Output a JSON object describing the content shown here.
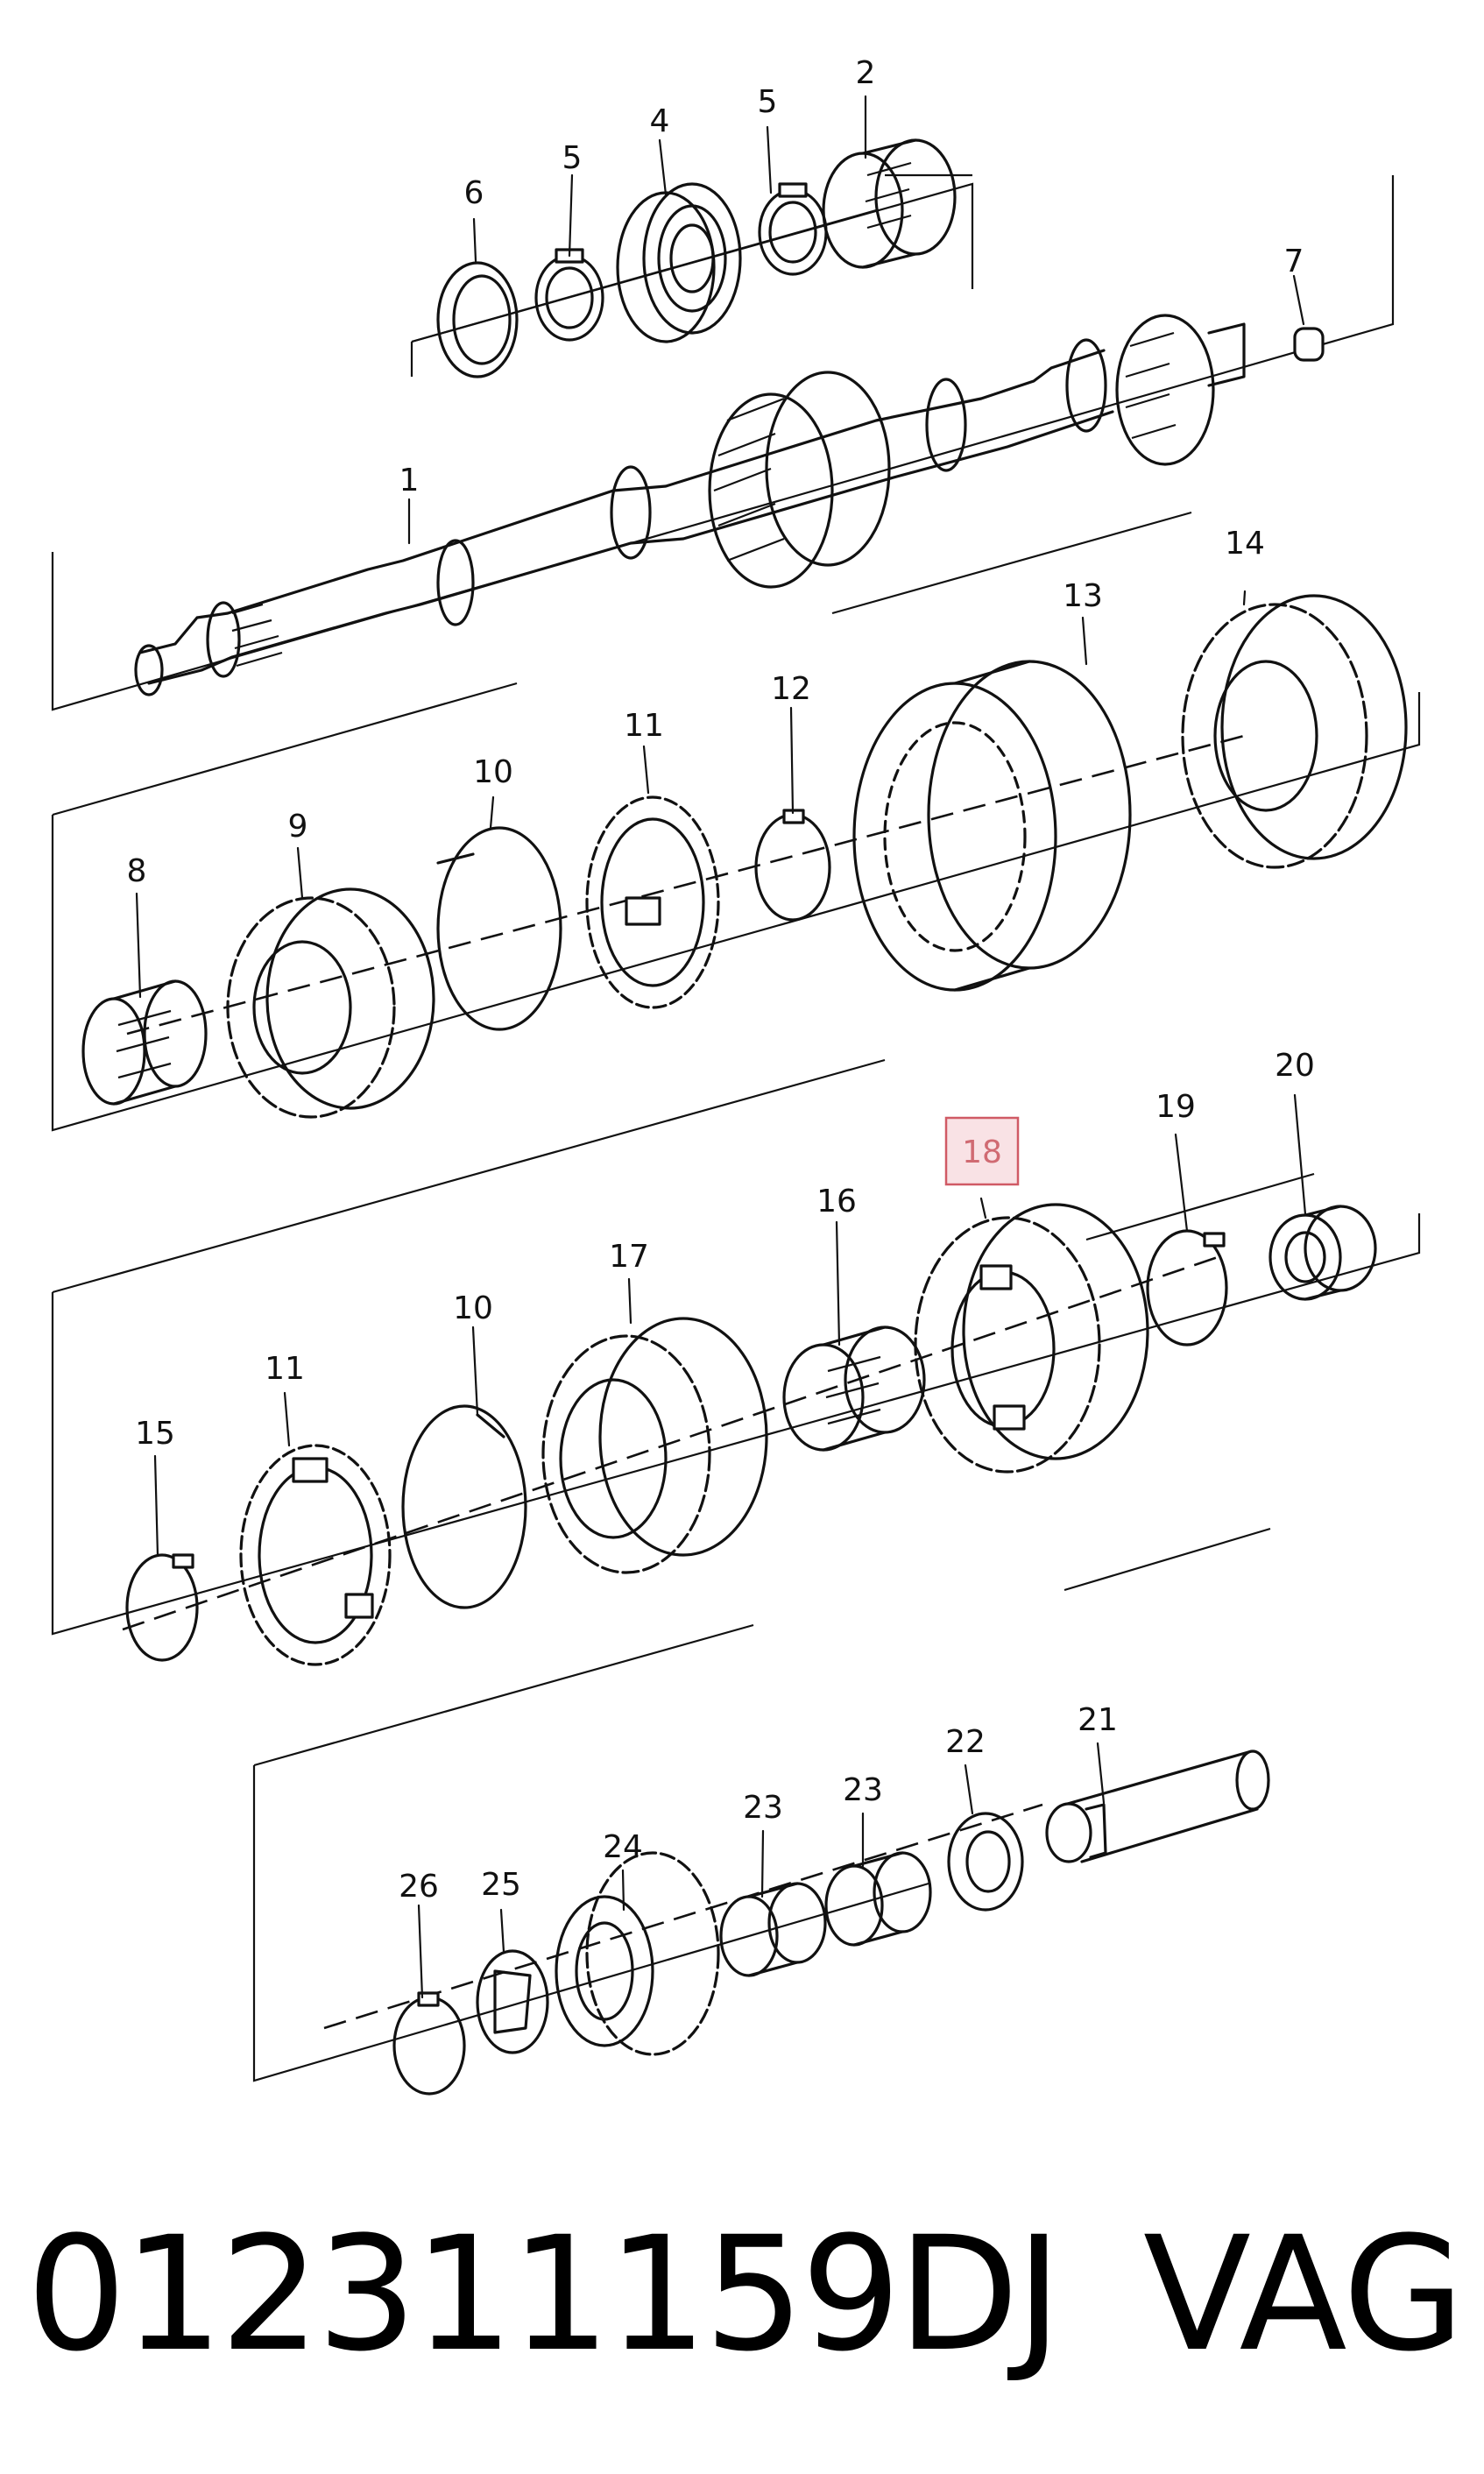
{
  "diagram": {
    "labels": [
      {
        "id": "1",
        "text": "1"
      },
      {
        "id": "2",
        "text": "2"
      },
      {
        "id": "4",
        "text": "4"
      },
      {
        "id": "5a",
        "text": "5"
      },
      {
        "id": "5b",
        "text": "5"
      },
      {
        "id": "6",
        "text": "6"
      },
      {
        "id": "7",
        "text": "7"
      },
      {
        "id": "8",
        "text": "8"
      },
      {
        "id": "9",
        "text": "9"
      },
      {
        "id": "10a",
        "text": "10"
      },
      {
        "id": "11a",
        "text": "11"
      },
      {
        "id": "12",
        "text": "12"
      },
      {
        "id": "13",
        "text": "13"
      },
      {
        "id": "14",
        "text": "14"
      },
      {
        "id": "15",
        "text": "15"
      },
      {
        "id": "16",
        "text": "16"
      },
      {
        "id": "17",
        "text": "17"
      },
      {
        "id": "10b",
        "text": "10"
      },
      {
        "id": "11b",
        "text": "11"
      },
      {
        "id": "18",
        "text": "18"
      },
      {
        "id": "19",
        "text": "19"
      },
      {
        "id": "20",
        "text": "20"
      },
      {
        "id": "21",
        "text": "21"
      },
      {
        "id": "22",
        "text": "22"
      },
      {
        "id": "23a",
        "text": "23"
      },
      {
        "id": "23b",
        "text": "23"
      },
      {
        "id": "24",
        "text": "24"
      },
      {
        "id": "25",
        "text": "25"
      },
      {
        "id": "26",
        "text": "26"
      }
    ],
    "highlighted_label": "18"
  },
  "footer": {
    "part_number": "012311159DJ",
    "brand": "VAG"
  },
  "colors": {
    "line": "#111111",
    "highlight": "#d05a65",
    "background": "#ffffff"
  }
}
